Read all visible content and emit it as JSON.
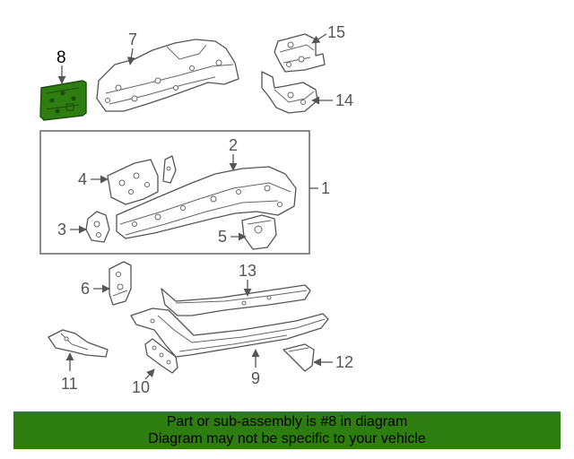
{
  "callouts": {
    "c1": "1",
    "c2": "2",
    "c3": "3",
    "c4": "4",
    "c5": "5",
    "c6": "6",
    "c7": "7",
    "c8": "8",
    "c9": "9",
    "c10": "10",
    "c11": "11",
    "c12": "12",
    "c13": "13",
    "c14": "14",
    "c15": "15"
  },
  "highlight": {
    "part_number": "8",
    "color": "#2e7d10"
  },
  "banner": {
    "line1": "Part or sub-assembly is #8 in diagram",
    "line2": "Diagram may not be specific to your vehicle",
    "color": "#2e7d10"
  }
}
